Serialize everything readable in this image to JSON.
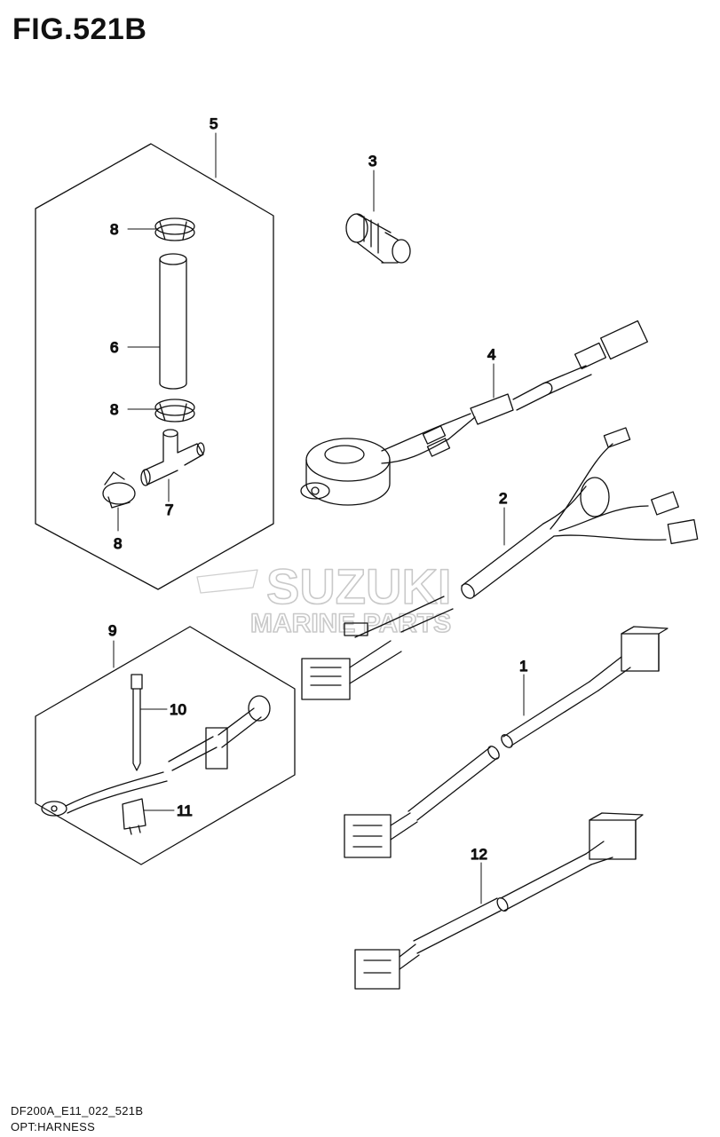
{
  "figure": {
    "title": "FIG.521B"
  },
  "footer": {
    "code": "DF200A_E11_022_521B",
    "name": "OPT:HARNESS"
  },
  "watermark": {
    "line1": "SUZUKI",
    "line2": "MARINE PARTS"
  },
  "callouts": {
    "c1": "1",
    "c2": "2",
    "c3": "3",
    "c4": "4",
    "c5": "5",
    "c6": "6",
    "c7": "7",
    "c8a": "8",
    "c8b": "8",
    "c8c": "8",
    "c9": "9",
    "c10": "10",
    "c11": "11",
    "c12": "12"
  }
}
